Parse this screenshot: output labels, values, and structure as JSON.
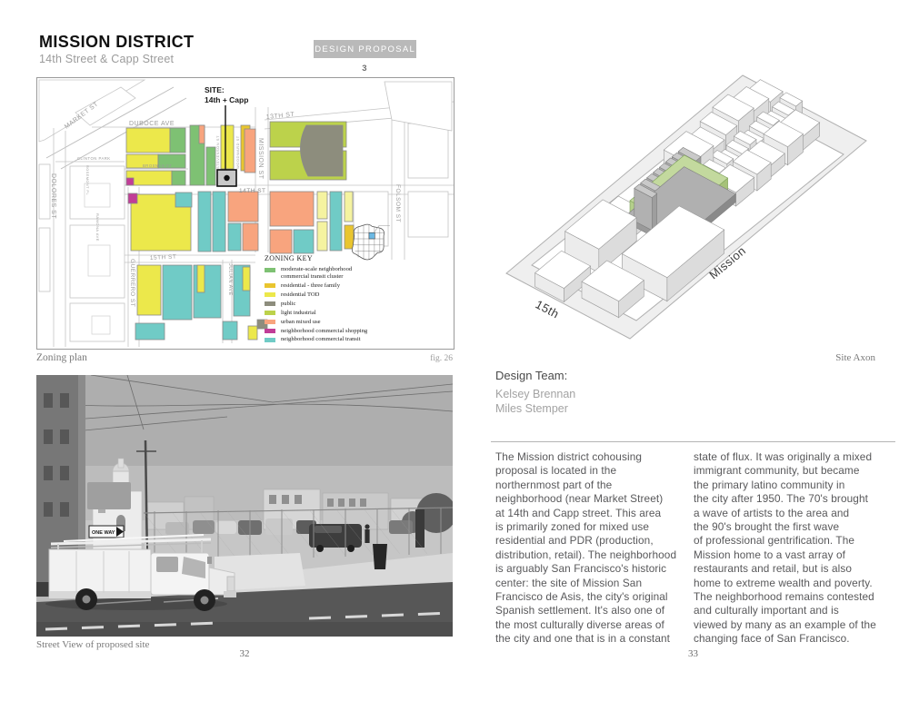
{
  "left": {
    "title": "MISSION DISTRICT",
    "subtitle": "14th Street & Capp Street",
    "badge_label": "DESIGN PROPOSAL",
    "badge_number": "3",
    "map": {
      "site_line1": "SITE:",
      "site_line2": "14th + Capp",
      "streets": [
        "MARKET ST",
        "DUBOCE AVE",
        "13TH ST",
        "MISSION ST",
        "14TH ST",
        "15TH ST",
        "DOLORES ST",
        "GUERRERO ST",
        "JULIAN AVE",
        "FOLSOM ST",
        "CLINTON PARK",
        "BROSNAN ST",
        "RAMONA AVE",
        "ROSEMONT PL",
        "STEVENSON ST",
        "WOODWARD ST"
      ],
      "legend": {
        "title": "ZONING KEY",
        "items": [
          {
            "label": "moderate-scale neighborhood\ncommercial transit cluster",
            "color": "#7ec173"
          },
          {
            "label": "residential - three family",
            "color": "#e9c52f"
          },
          {
            "label": "residential TOD",
            "color": "#ece84b"
          },
          {
            "label": "public",
            "color": "#8d8d7d"
          },
          {
            "label": "light industrial",
            "color": "#bcd24b"
          },
          {
            "label": "urban mixed use",
            "color": "#f8a47e"
          },
          {
            "label": "neighborhood commercial shopping",
            "color": "#c13d97"
          },
          {
            "label": "neighborhood commercial transit",
            "color": "#70cbc6"
          }
        ]
      }
    },
    "photo": {
      "one_way_sign": "ONE WAY"
    },
    "captions": {
      "map": "Zoning plan",
      "fig": "fig. 26",
      "photo": "Street View of proposed site"
    },
    "page_number": "32"
  },
  "right": {
    "axon": {
      "street_1": "15th",
      "street_2": "Mission",
      "caption": "Site Axon"
    },
    "team": {
      "heading": "Design Team:",
      "members": [
        "Kelsey Brennan",
        "Miles Stemper"
      ]
    },
    "body": {
      "column1": "The Mission district cohousing\nproposal is located in the\nnorthernmost part of the\nneighborhood (near Market Street)\nat 14th and Capp street. This area\nis primarily zoned for mixed use\nresidential and PDR (production,\ndistribution, retail). The neighborhood\nis arguably San Francisco's historic\ncenter: the site of Mission San\nFrancisco de Asis, the city's original\nSpanish settlement. It's also one of\nthe most culturally diverse areas of\nthe city and one that is in a constant",
      "column2": "state of flux. It was originally a mixed\nimmigrant community, but became\nthe primary latino community in\nthe city after 1950. The 70's brought\na wave of artists to the area and\nthe 90's brought the first wave\nof professional gentrification. The\nMission home to a vast array of\nrestaurants and retail, but is also\nhome to extreme wealth and poverty.\nThe neighborhood remains contested\nand culturally important and is\nviewed by many as an example of the\nchanging face of San Francisco."
    },
    "page_number": "33"
  }
}
